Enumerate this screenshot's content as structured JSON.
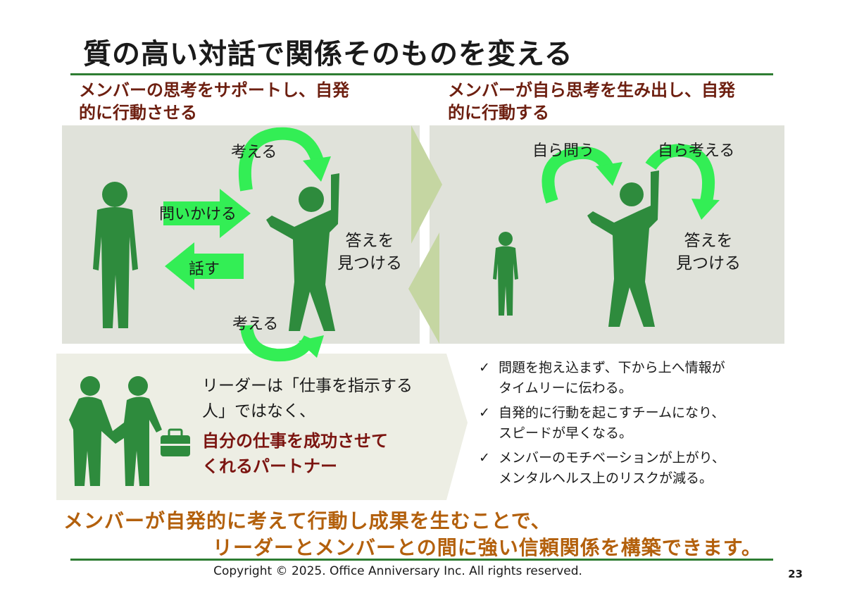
{
  "title": "質の高い対話で関係そのものを変える",
  "left": {
    "heading_line1": "メンバーの思考をサポートし、自発",
    "heading_line2": "的に行動させる",
    "labels": {
      "think_top": "考える",
      "ask": "問いかける",
      "talk": "話す",
      "find_answer_l1": "答えを",
      "find_answer_l2": "見つける",
      "think_bottom": "考える"
    }
  },
  "right": {
    "heading_line1": "メンバーが自ら思考を生み出し、自発",
    "heading_line2": "的に行動する",
    "labels": {
      "self_ask": "自ら問う",
      "self_think": "自ら考える",
      "find_answer_l1": "答えを",
      "find_answer_l2": "見つける"
    }
  },
  "leader": {
    "line1": "リーダーは「仕事を指示する",
    "line2": "人」ではなく、",
    "emphasis_line1": "自分の仕事を成功させて",
    "emphasis_line2": "くれるパートナー"
  },
  "bullets": [
    {
      "check": "✓",
      "line1": "問題を抱え込まず、下から上へ情報が",
      "line2": "タイムリーに伝わる。"
    },
    {
      "check": "✓",
      "line1": "自発的に行動を起こすチームになり、",
      "line2": "スピードが早くなる。"
    },
    {
      "check": "✓",
      "line1": "メンバーのモチベーションが上がり、",
      "line2": "メンタルヘルス上のリスクが減る。"
    }
  ],
  "conclusion": {
    "line1": "メンバーが自発的に考えて行動し成果を生むことで、",
    "line2": "リーダーとメンバーとの間に強い信頼関係を構築できます。"
  },
  "footer": {
    "copyright": "Copyright ©  2025. Office Anniversary Inc. All rights reserved.",
    "page_number": "23"
  },
  "colors": {
    "figure_green": "#2e8b3d",
    "arrow_green": "#33ee55",
    "panel_gray": "#e0e2da",
    "chevron_green": "#c5d6a2",
    "heading_maroon": "#6d1f10",
    "emphasis_red": "#7b1410",
    "conclusion_orange": "#b3600c",
    "rule_green": "#2e7d32"
  }
}
